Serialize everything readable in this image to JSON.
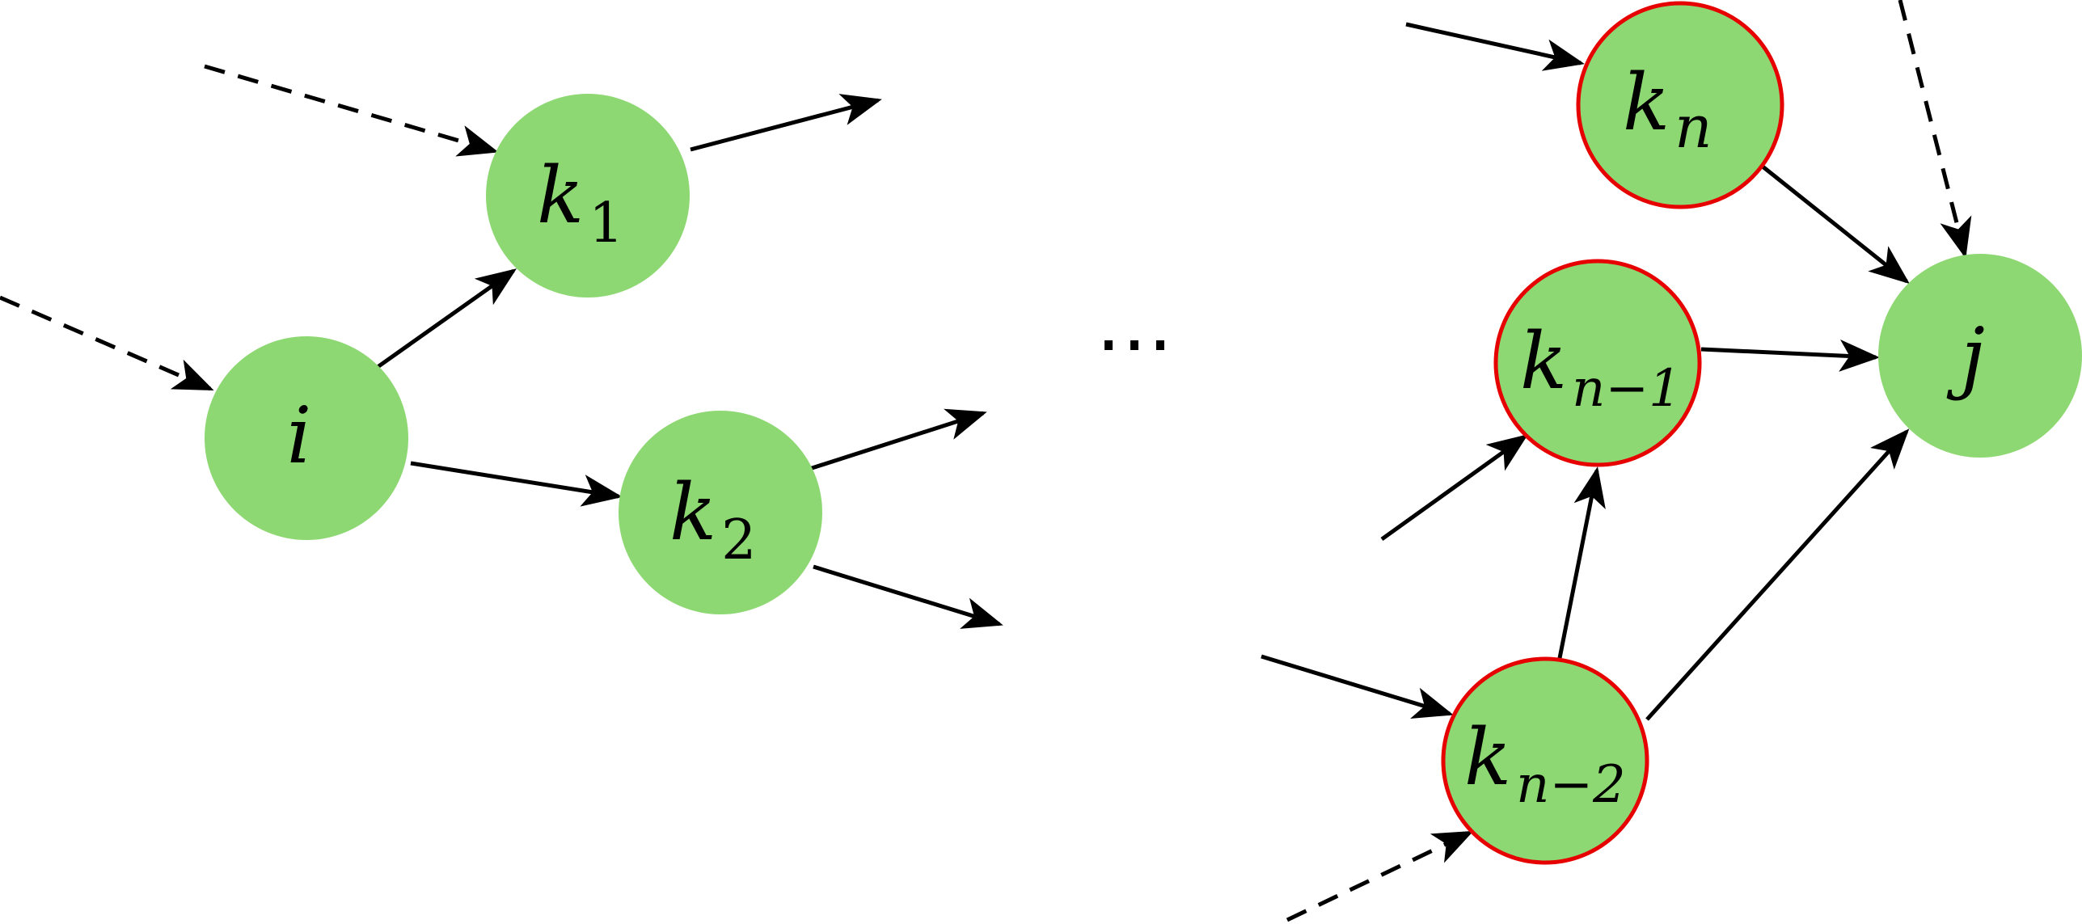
{
  "colors": {
    "node_fill": "#8ed873",
    "highlight_stroke": "#e60000",
    "edge": "#000000",
    "background": "#ffffff"
  },
  "nodes": [
    {
      "id": "i",
      "label": "i",
      "subscript": "",
      "highlighted": false
    },
    {
      "id": "k1",
      "label": "k",
      "subscript": "1",
      "highlighted": false
    },
    {
      "id": "k2",
      "label": "k",
      "subscript": "2",
      "highlighted": false
    },
    {
      "id": "kn",
      "label": "k",
      "subscript": "n",
      "highlighted": true
    },
    {
      "id": "kn1",
      "label": "k",
      "subscript": "n−1",
      "highlighted": true
    },
    {
      "id": "kn2",
      "label": "k",
      "subscript": "n−2",
      "highlighted": true
    },
    {
      "id": "j",
      "label": "j",
      "subscript": "",
      "highlighted": false
    }
  ],
  "edges": [
    {
      "from": "i",
      "to": "k1",
      "style": "solid"
    },
    {
      "from": "i",
      "to": "k2",
      "style": "solid"
    },
    {
      "from": "kn",
      "to": "j",
      "style": "solid"
    },
    {
      "from": "kn1",
      "to": "j",
      "style": "solid"
    },
    {
      "from": "kn2",
      "to": "kn1",
      "style": "solid"
    },
    {
      "from": "kn2",
      "to": "j",
      "style": "solid"
    }
  ],
  "ellipsis": "…"
}
